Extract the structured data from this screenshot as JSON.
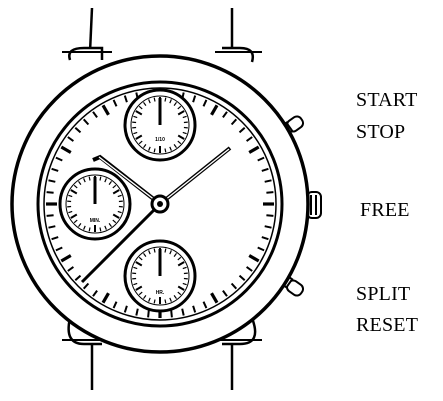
{
  "labels": {
    "start": "START",
    "stop": "STOP",
    "free": "FREE",
    "split": "SPLIT",
    "reset": "RESET"
  },
  "dials": {
    "top": "1/10",
    "left": "MIN.",
    "bottom": "HR."
  },
  "colors": {
    "ink": "#000000",
    "paper": "#ffffff"
  },
  "icons": {
    "watch": "chronograph-watch-icon"
  }
}
